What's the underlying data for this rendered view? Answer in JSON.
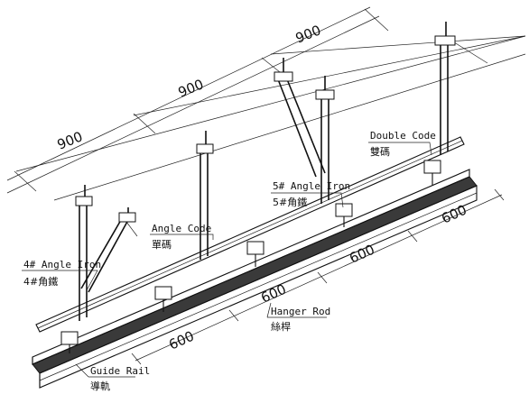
{
  "dimensions": {
    "top_spacings": [
      "900",
      "900",
      "900"
    ],
    "rail_spacings": [
      "600",
      "600",
      "600",
      "600"
    ]
  },
  "labels": {
    "double_code": {
      "en": "Double Code",
      "zh": "雙碼"
    },
    "angle_iron_5": {
      "en": "5# Angle Iron",
      "zh": "5#角鐵"
    },
    "angle_code": {
      "en": "Angle Code",
      "zh": "單碼"
    },
    "angle_iron_4": {
      "en": "4# Angle Iron",
      "zh": "4#角鐵"
    },
    "hanger_rod": {
      "en": "Hanger Rod",
      "zh": "絲桿"
    },
    "guide_rail": {
      "en": "Guide Rail",
      "zh": "導軌"
    }
  }
}
